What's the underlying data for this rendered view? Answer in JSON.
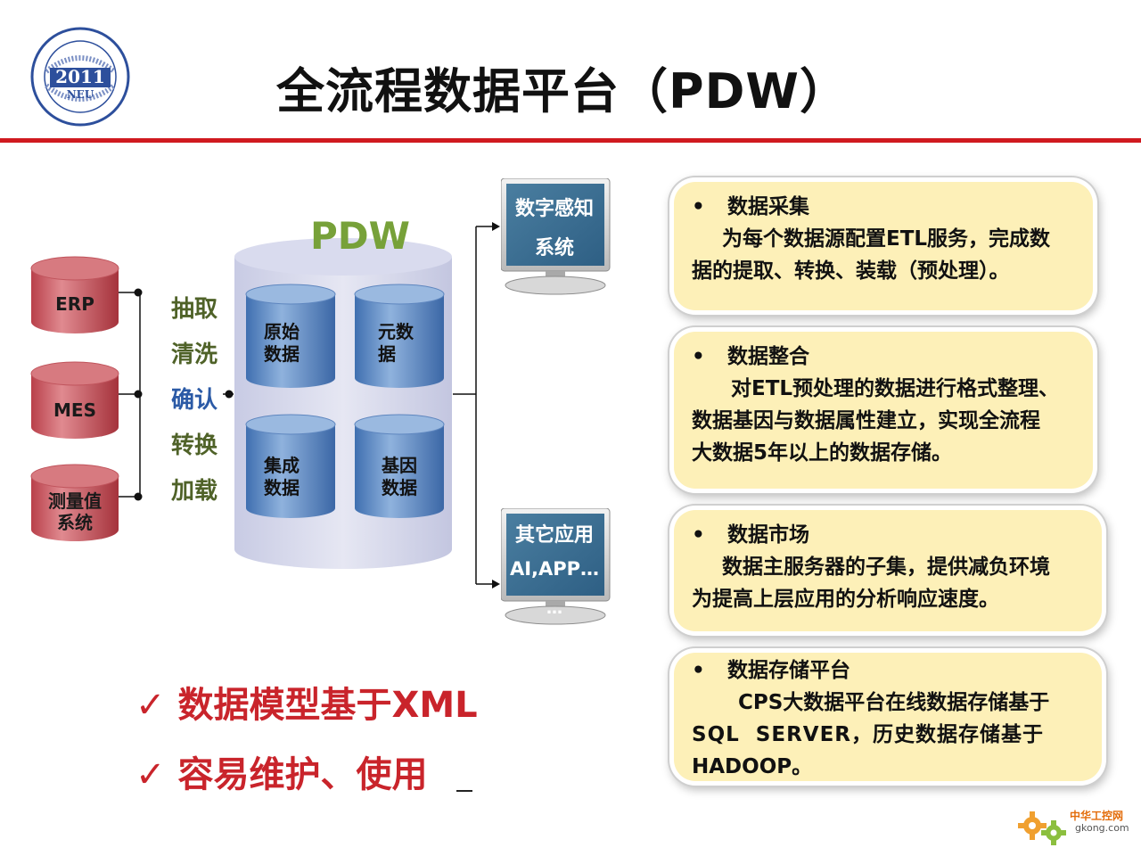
{
  "header": {
    "title": "全流程数据平台（PDW）",
    "logo": {
      "year": "2011",
      "abbr": "NEU"
    }
  },
  "sources": [
    {
      "label": "ERP"
    },
    {
      "label": "MES"
    },
    {
      "label": "测量值\n系统"
    }
  ],
  "steps": [
    "抽取",
    "清洗",
    "确认",
    "转换",
    "加载"
  ],
  "pdw": {
    "label": "PDW",
    "stores": [
      "原始\n数据",
      "元数\n据",
      "集成\n数据",
      "基因\n数据"
    ]
  },
  "outputs": [
    {
      "line1": "数字感知",
      "line2": "系统"
    },
    {
      "line1": "其它应用",
      "line2": "AI,APP…",
      "line3": "…"
    }
  ],
  "info_boxes": [
    {
      "title": "数据采集",
      "body_first": "为每个数据源配置ETL服务，完成数",
      "body_rest": "据的提取、转换、装载（预处理）。"
    },
    {
      "title": "数据整合",
      "body_first": "对ETL预处理的数据进行格式整理、",
      "body_rest": "数据基因与数据属性建立，实现全流程",
      "body_rest2": "大数据5年以上的数据存储。"
    },
    {
      "title": "数据市场",
      "body_first": "数据主服务器的子集，提供减负环境",
      "body_rest": "为提高上层应用的分析响应速度。"
    },
    {
      "title": "数据存储平台",
      "body_first": "CPS大数据平台在线数据存储基于",
      "body_rest": "SQL  SERVER，历史数据存储基于",
      "body_rest2": "HADOOP。"
    }
  ],
  "bullet": "•",
  "features": [
    {
      "check": "✓",
      "text": "数据模型基于XML"
    },
    {
      "check": "✓",
      "text": "容易维护、使用"
    }
  ],
  "watermark": {
    "cn": "中华工控网",
    "en": "gkong.com"
  },
  "colors": {
    "accent_red": "#d0191f",
    "step_green": "#4f6228",
    "step_blue": "#2b5aa6",
    "pdw_green": "#77a139",
    "box_fill": "#fdf0b8",
    "feature_red": "#c9242b"
  }
}
